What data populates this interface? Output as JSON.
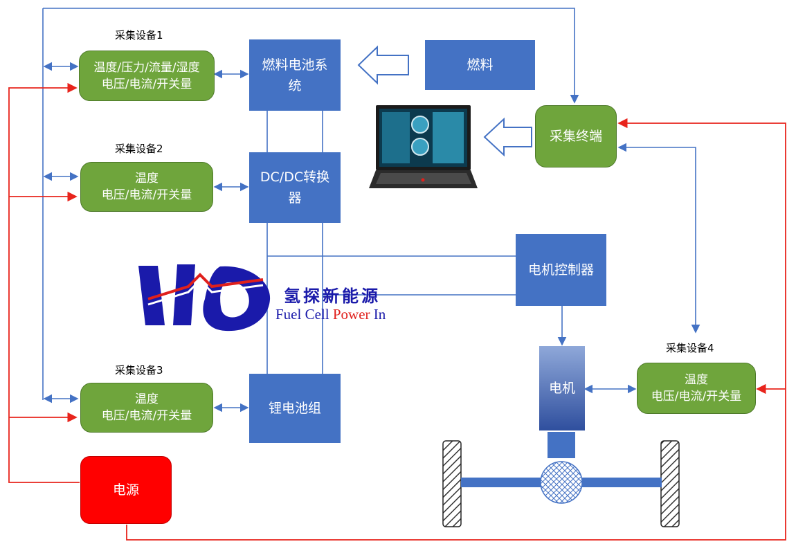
{
  "colors": {
    "blue": "#4472C4",
    "green": "#6FA53C",
    "red": "#FF0000",
    "arrow_blue": "#4472C4",
    "arrow_red": "#E8241C",
    "logo_blue": "#1A1AAA",
    "logo_red": "#E0201C"
  },
  "labels": {
    "device1": "采集设备1",
    "device2": "采集设备2",
    "device3": "采集设备3",
    "device4": "采集设备4"
  },
  "sensors": {
    "device1": "温度/压力/流量/湿度\n电压/电流/开关量",
    "device2": "温度\n电压/电流/开关量",
    "device3": "温度\n电压/电流/开关量",
    "device4": "温度\n电压/电流/开关量"
  },
  "components": {
    "fuel_cell": "燃料电池系\n统",
    "fuel": "燃料",
    "dcdc": "DC/DC转换\n器",
    "motor_controller": "电机控制器",
    "battery": "锂电池组",
    "terminal": "采集终端",
    "motor": "电机",
    "power": "电源"
  },
  "logo": {
    "cn": "氢探新能源",
    "en_part1": "Fuel Cell ",
    "en_part2": "Power",
    "en_part3": " In"
  },
  "icons": [
    "laptop-icon",
    "hollow-arrow-icon",
    "wheel-icon",
    "gear-hub-icon",
    "ho-logo-icon"
  ]
}
